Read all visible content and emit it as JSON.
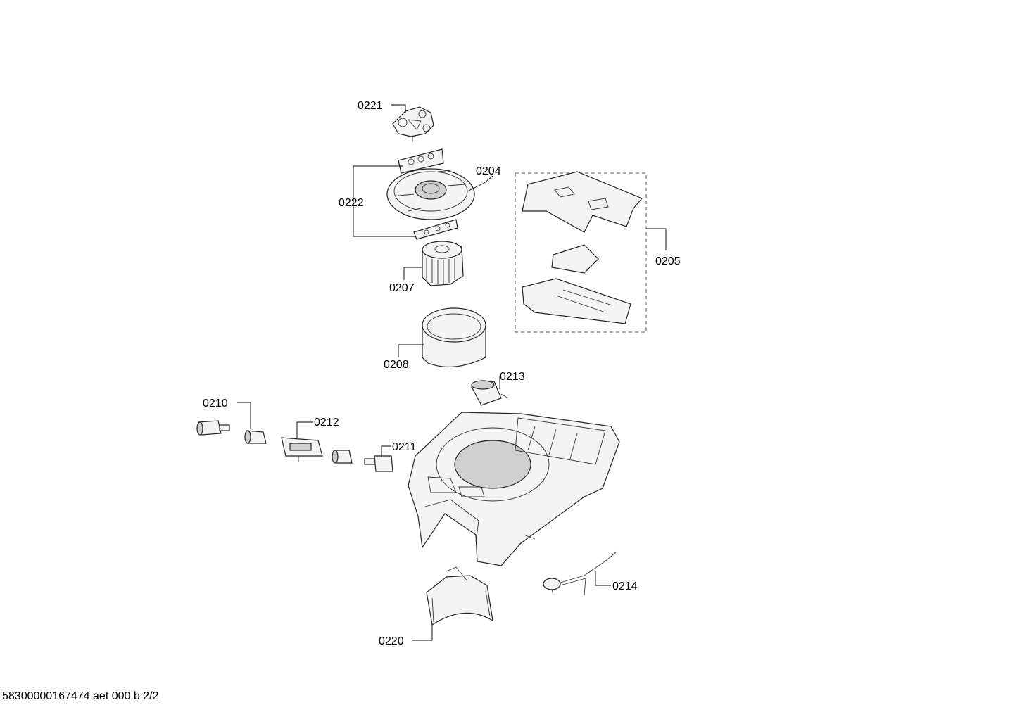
{
  "labels": {
    "p0221": "0221",
    "p0204": "0204",
    "p0222": "0222",
    "p0205": "0205",
    "p0207": "0207",
    "p0208": "0208",
    "p0213": "0213",
    "p0210": "0210",
    "p0212": "0212",
    "p0211": "0211",
    "p0214": "0214",
    "p0220": "0220"
  },
  "footer": {
    "text": "58300000167474 aet 000 b 2/2"
  }
}
